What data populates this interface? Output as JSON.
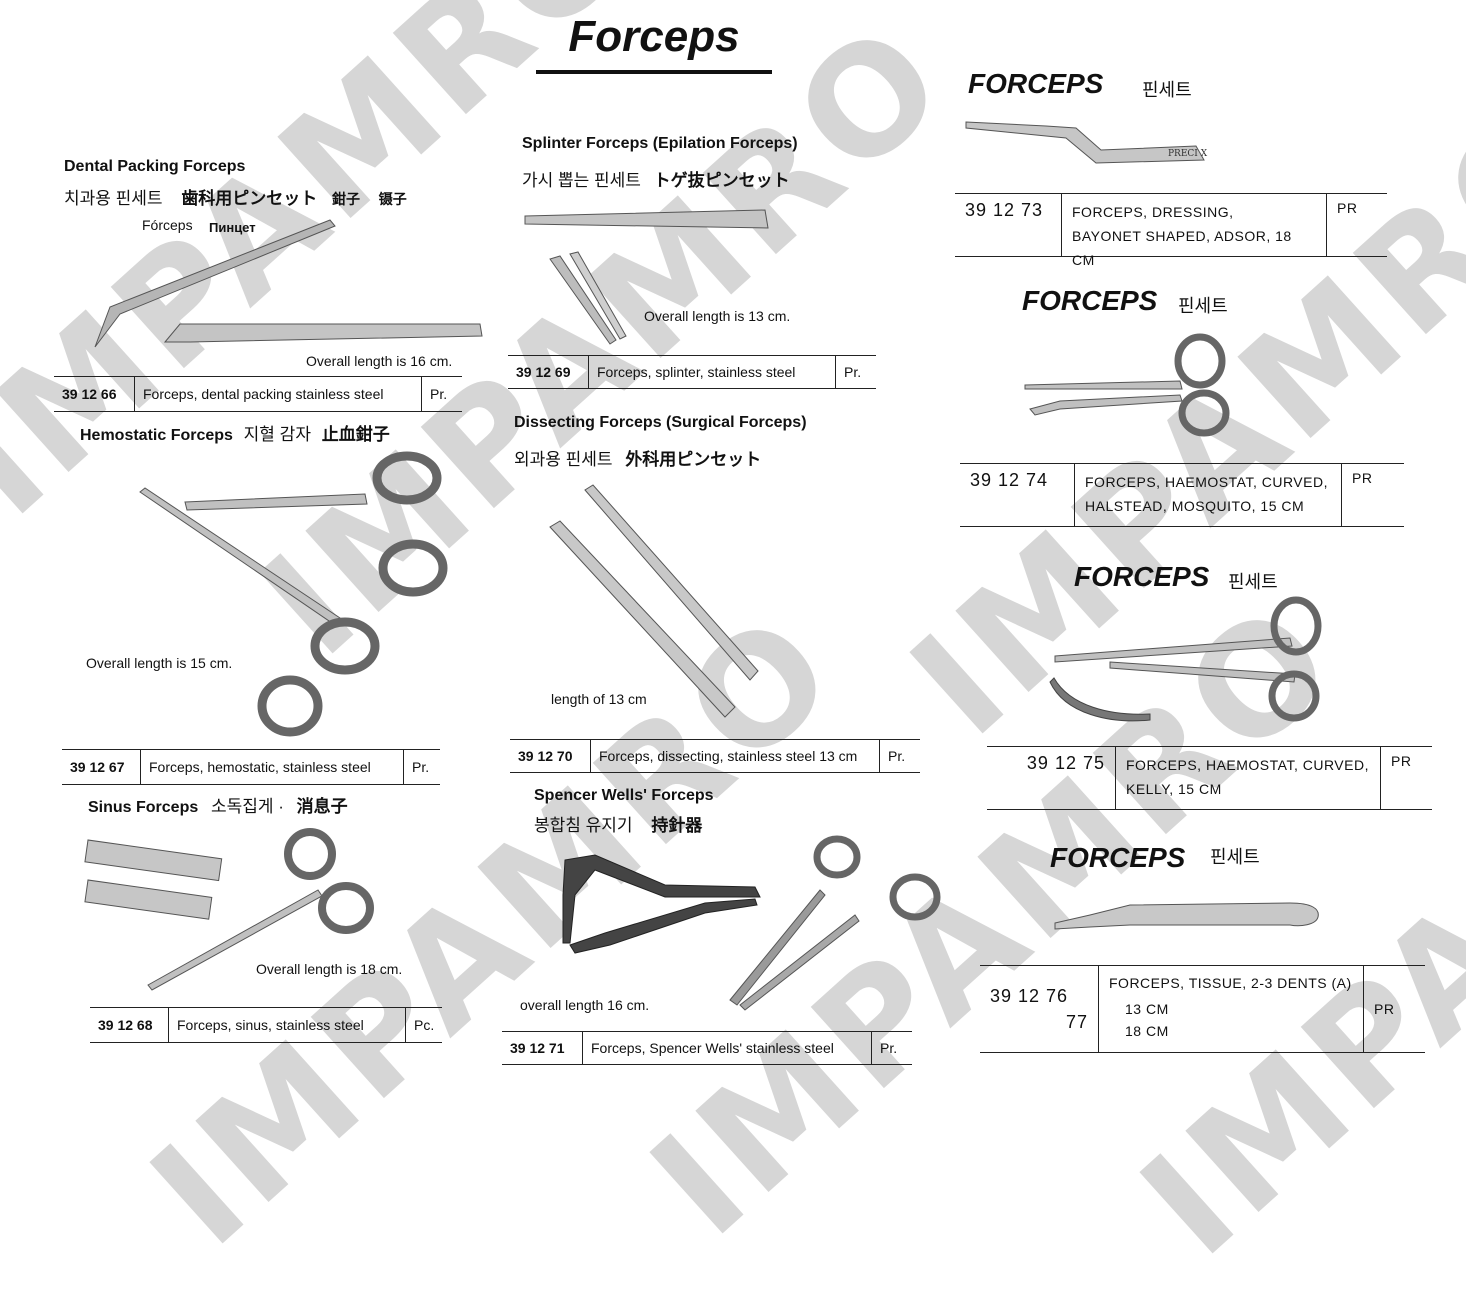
{
  "watermark": "IMPAMRO",
  "page_title": "Forceps",
  "items": {
    "dental": {
      "title": "Dental Packing Forceps",
      "sub_kr": "치과용 핀세트",
      "sub_jp": "歯科用ピンセット",
      "sub_cn1": "鉗子",
      "sub_cn2": "镊子",
      "sub_es": "Fórceps",
      "sub_ru": "Пинцет",
      "note": "Overall length is 16 cm.",
      "code": "39 12 66",
      "desc": "Forceps, dental packing stainless steel",
      "unit": "Pr."
    },
    "hemostatic": {
      "title": "Hemostatic Forceps",
      "sub_kr": "지혈 감자",
      "sub_jp": "止血鉗子",
      "note": "Overall length is 15 cm.",
      "code": "39 12 67",
      "desc": "Forceps, hemostatic, stainless steel",
      "unit": "Pr."
    },
    "sinus": {
      "title": "Sinus Forceps",
      "sub_kr": "소독집게 ·",
      "sub_jp": "消息子",
      "note": "Overall length is 18 cm.",
      "code": "39 12 68",
      "desc": "Forceps, sinus, stainless steel",
      "unit": "Pc."
    },
    "splinter": {
      "title": "Splinter Forceps (Epilation Forceps)",
      "sub_kr": "가시 뽑는 핀세트",
      "sub_jp": "トゲ抜ピンセット",
      "note": "Overall length is 13 cm.",
      "code": "39 12 69",
      "desc": "Forceps, splinter, stainless steel",
      "unit": "Pr."
    },
    "dissecting": {
      "title": "Dissecting Forceps (Surgical Forceps)",
      "sub_kr": "외과용 핀세트",
      "sub_jp": "外科用ピンセット",
      "note": "length of 13 cm",
      "code": "39 12 70",
      "desc": "Forceps, dissecting, stainless steel 13 cm",
      "unit": "Pr."
    },
    "spencer": {
      "title": "Spencer Wells' Forceps",
      "sub_kr": "봉합침 유지기",
      "sub_jp": "持針器",
      "note": "overall length  16 cm.",
      "code": "39 12 71",
      "desc": "Forceps, Spencer Wells' stainless steel",
      "unit": "Pr."
    },
    "r73": {
      "title": "FORCEPS",
      "sub_kr": "핀세트",
      "brand": "PRECI X",
      "code": "39 12 73",
      "desc1": "FORCEPS, DRESSING,",
      "desc2": "BAYONET SHAPED, ADSOR, 18 CM",
      "unit": "PR"
    },
    "r74": {
      "title": "FORCEPS",
      "sub_kr": "핀세트",
      "code": "39 12 74",
      "desc1": "FORCEPS, HAEMOSTAT, CURVED,",
      "desc2": "HALSTEAD, MOSQUITO, 15 CM",
      "unit": "PR"
    },
    "r75": {
      "title": "FORCEPS",
      "sub_kr": "핀세트",
      "code": "39 12 75",
      "desc1": "FORCEPS, HAEMOSTAT, CURVED,",
      "desc2": "KELLY, 15 CM",
      "unit": "PR"
    },
    "r76": {
      "title": "FORCEPS",
      "sub_kr": "핀세트",
      "code1": "39 12 76",
      "code2": "77",
      "desc1": "FORCEPS, TISSUE, 2-3 DENTS (A)",
      "desc2": "13 CM",
      "desc3": "18 CM",
      "unit": "PR"
    }
  }
}
